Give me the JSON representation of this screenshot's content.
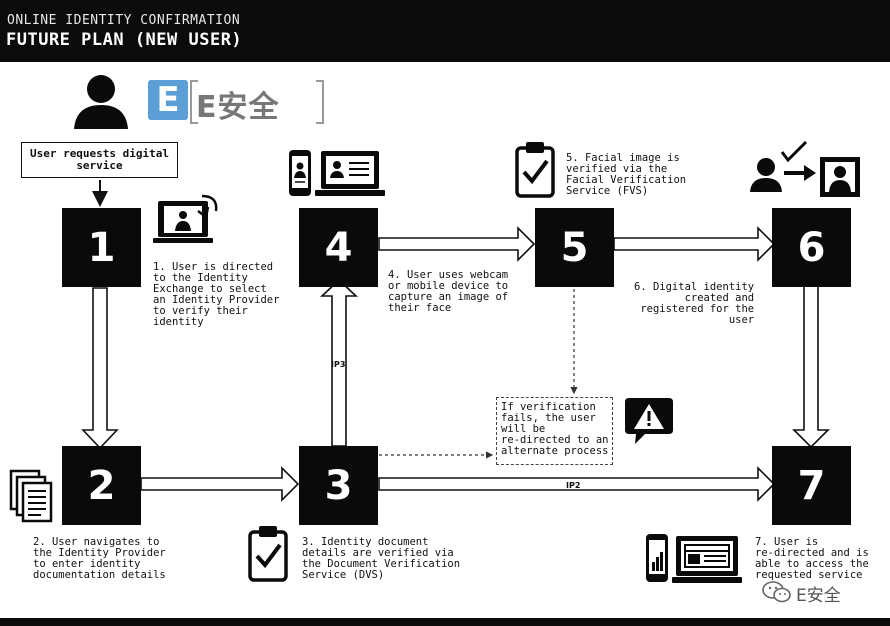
{
  "header": {
    "subtitle": "ONLINE IDENTITY CONFIRMATION",
    "title": "FUTURE PLAN (NEW USER)"
  },
  "logo": {
    "badge": "E",
    "wordmark": "E安全"
  },
  "watermark": {
    "text": "E安全"
  },
  "start_box": "User requests digital\nservice",
  "steps": [
    {
      "number": "1",
      "text": "1. User is directed\nto the Identity\nExchange to select\nan Identity Provider\nto verify their\nidentity"
    },
    {
      "number": "2",
      "text": "2. User navigates to\nthe Identity Provider\nto enter identity\ndocumentation details"
    },
    {
      "number": "3",
      "text": "3. Identity document\ndetails are verified via\nthe Document Verification\nService (DVS)"
    },
    {
      "number": "4",
      "text": "4. User uses webcam\nor mobile device to\ncapture an image of\ntheir face"
    },
    {
      "number": "5",
      "text": "5. Facial image is\nverified via the\nFacial Verification\nService (FVS)"
    },
    {
      "number": "6",
      "text": "6. Digital identity\ncreated and\nregistered for the\nuser"
    },
    {
      "number": "7",
      "text": "7. User is\nre-directed and is\nable to access the\nrequested service"
    }
  ],
  "failure_note": "If verification\nfails, the user\nwill be\nre-directed to an\nalternate process",
  "edge_labels": {
    "ip3": "IP3",
    "ip2": "IP2"
  },
  "icons": [
    "user-icon",
    "laptop-user-icon",
    "documents-icon",
    "clipboard-check-icon",
    "phone-icon",
    "laptop-id-icon",
    "user-verified-icon",
    "warning-icon",
    "wechat-icon"
  ]
}
